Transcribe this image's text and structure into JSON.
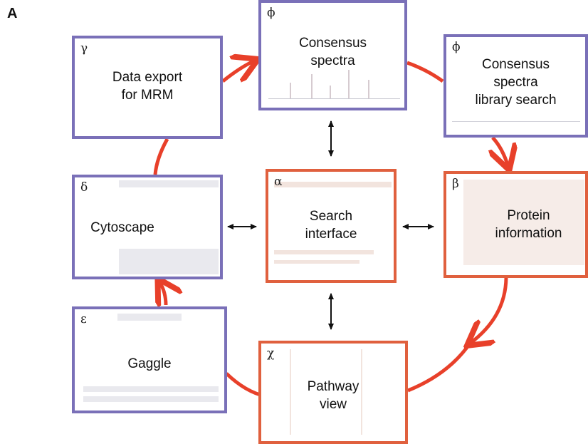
{
  "panel_letter": "A",
  "nodes": {
    "consensus_spectra": {
      "symbol": "ϕ",
      "lines": [
        "Consensus",
        "spectra"
      ]
    },
    "library_search": {
      "symbol": "ϕ",
      "lines": [
        "Consensus",
        "spectra",
        "library search"
      ]
    },
    "data_export": {
      "symbol": "γ",
      "lines": [
        "Data export",
        "for MRM"
      ]
    },
    "cytoscape": {
      "symbol": "δ",
      "lines": [
        "Cytoscape"
      ]
    },
    "search_interface": {
      "symbol": "α",
      "lines": [
        "Search",
        "interface"
      ]
    },
    "protein_information": {
      "symbol": "β",
      "lines": [
        "Protein",
        "information"
      ]
    },
    "gaggle": {
      "symbol": "ε",
      "lines": [
        "Gaggle"
      ]
    },
    "pathway_view": {
      "symbol": "χ",
      "lines": [
        "Pathway",
        "view"
      ]
    }
  },
  "colors": {
    "blue_border": "#7a70b8",
    "red_border": "#e0603e",
    "flow_arrow": "#e8402a",
    "double_arrow": "#111111"
  }
}
